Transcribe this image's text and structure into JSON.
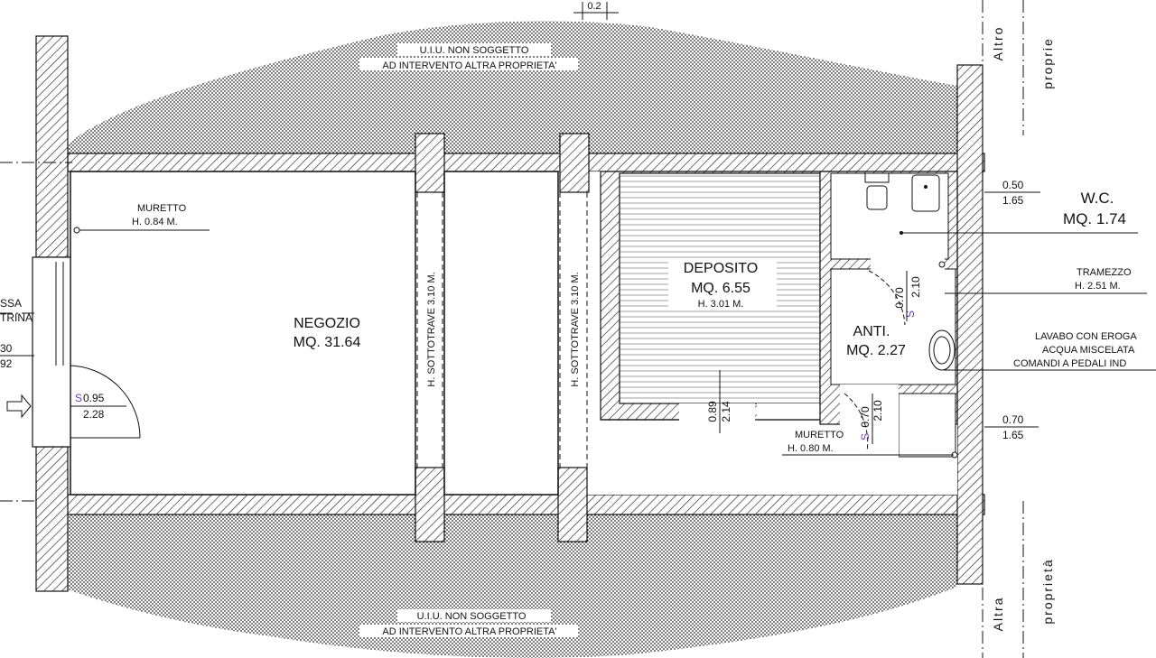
{
  "top_label": {
    "line1": "U.I.U. NON SOGGETTO",
    "line2": "AD INTERVENTO ALTRA PROPRIETA'"
  },
  "bottom_label": {
    "line1": "U.I.U. NON SOGGETTO",
    "line2": "AD INTERVENTO ALTRA PROPRIETA'"
  },
  "top_dimension": "0.2",
  "side_text_right_top": [
    "A",
    "l",
    "t",
    "r",
    "o",
    "p",
    "r",
    "o",
    "p",
    "r",
    "i",
    "e"
  ],
  "side_text_right_top_a": "Altro",
  "side_text_right_top_b": "proprie",
  "side_text_right_bottom_a": "Altra",
  "side_text_right_bottom_b": "proprietà",
  "rooms": {
    "negozio": {
      "name": "NEGOZIO",
      "area": "MQ. 31.64"
    },
    "deposito": {
      "name": "DEPOSITO",
      "area": "MQ. 6.55",
      "height": "H. 3.01 M."
    },
    "wc": {
      "name": "W.C.",
      "area": "MQ. 1.74"
    },
    "anti": {
      "name": "ANTI.",
      "area": "MQ. 2.27"
    }
  },
  "beams": {
    "left": "H. SOTTOTRAVE 3.10 M.",
    "right": "H. SOTTOTRAVE 3.10 M."
  },
  "notes": {
    "muretto_top": {
      "title": "MURETTO",
      "height": "H. 0.84 M."
    },
    "muretto_bottom": {
      "title": "MURETTO",
      "height": "H. 0.80 M."
    },
    "tramezzo": {
      "title": "TRAMEZZO",
      "height": "H. 2.51 M."
    },
    "lavabo": {
      "line1": "LAVABO CON EROGA",
      "line2": "ACQUA MISCELATA",
      "line3": "COMANDI A PEDALI IND"
    },
    "left_cut": {
      "line1": "SSA",
      "line2": "TRINA",
      "line3": "30",
      "line4": "92"
    }
  },
  "openings": {
    "entrance": {
      "s": "S",
      "top": "0.95",
      "bottom": "2.28"
    },
    "deposito_door": {
      "top": "0.89",
      "bottom": "2.14"
    },
    "anti_door_top": {
      "s": "S",
      "top": "0.70",
      "bottom": "2.10"
    },
    "anti_door_bottom": {
      "s": "S",
      "top": "0.70",
      "bottom": "2.10"
    },
    "wc_window": {
      "top": "0.50",
      "bottom": "1.65"
    },
    "anti_window": {
      "top": "0.70",
      "bottom": "1.65"
    }
  },
  "colors": {
    "line": "#111111",
    "hatch": "#2a2a2a",
    "dimension_purple": "#6a3cc0",
    "background": "#ffffff"
  }
}
